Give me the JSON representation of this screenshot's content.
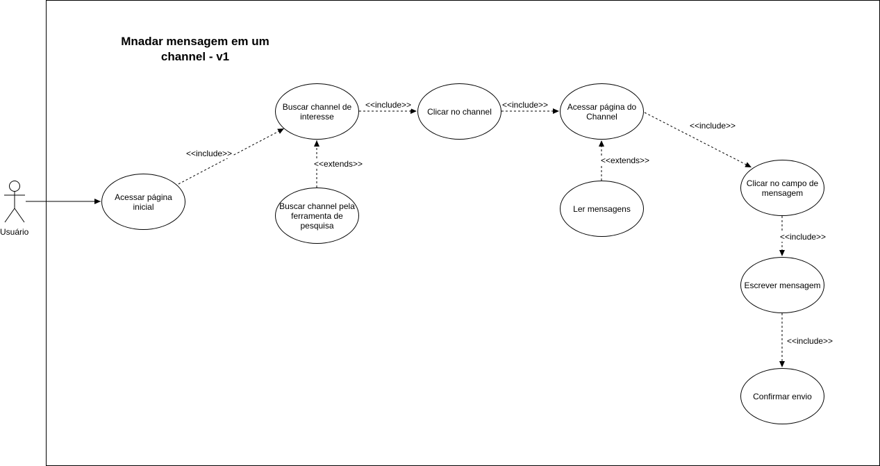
{
  "title": "Mnadar mensagem em um\nchannel - v1",
  "actor": {
    "label": "Usuário"
  },
  "use_cases": {
    "acessar_inicial": "Acessar página inicial",
    "buscar_interesse": "Buscar channel de\ninteresse",
    "buscar_pesquisa": "Buscar channel pela\nferramenta de\npesquisa",
    "clicar_channel": "Clicar no channel",
    "acessar_channel": "Acessar página do\nChannel",
    "ler_mensagens": "Ler mensagens",
    "clicar_campo": "Clicar no campo de\nmensagem",
    "escrever": "Escrever mensagem",
    "confirmar": "Confirmar envio"
  },
  "relations": {
    "include_1": "<<include>>",
    "extends_1": "<<extends>>",
    "include_2": "<<include>>",
    "include_3": "<<include>>",
    "extends_2": "<<extends>>",
    "include_4": "<<include>>",
    "include_5": "<<include>>",
    "include_6": "<<include>>"
  }
}
